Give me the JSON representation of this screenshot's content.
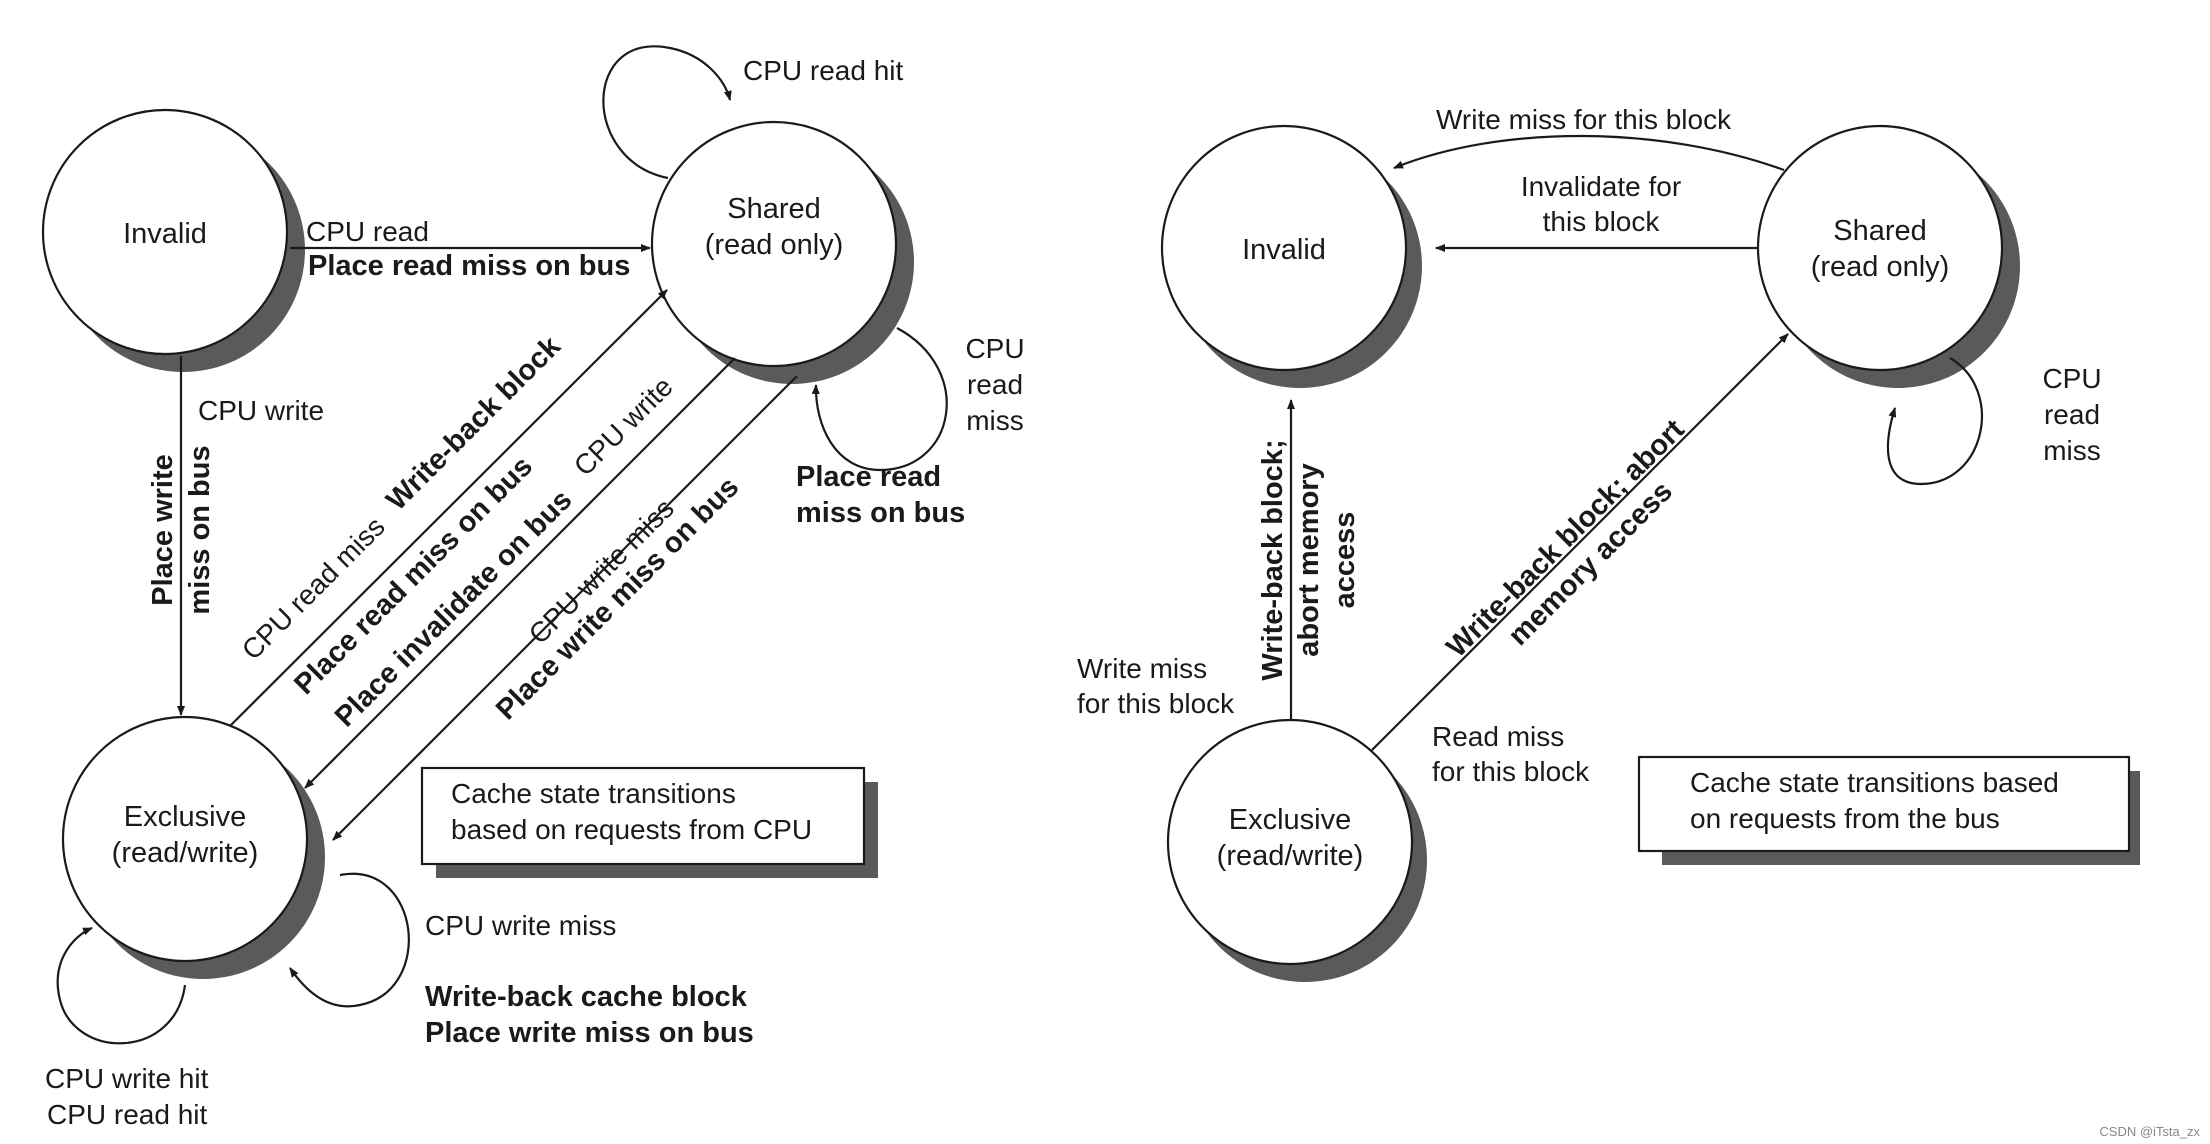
{
  "left": {
    "states": {
      "invalid": "Invalid",
      "shared_line1": "Shared",
      "shared_line2": "(read only)",
      "exclusive_line1": "Exclusive",
      "exclusive_line2": "(read/write)"
    },
    "transitions": {
      "invalid_to_shared_event": "CPU read",
      "invalid_to_shared_action": "Place read miss on bus",
      "invalid_to_exclusive_event": "CPU write",
      "invalid_to_exclusive_action_line1": "Place write",
      "invalid_to_exclusive_action_line2": "miss on bus",
      "shared_self_hit": "CPU read hit",
      "shared_self_miss_line1": "CPU",
      "shared_self_miss_line2": "read",
      "shared_self_miss_line3": "miss",
      "shared_self_miss_action_line1": "Place read",
      "shared_self_miss_action_line2": "miss on bus",
      "exclusive_to_shared_action": "Write-back block",
      "exclusive_to_shared_event": "CPU read miss",
      "exclusive_to_shared_action2": "Place read miss on bus",
      "shared_to_exclusive_event": "CPU write",
      "shared_to_exclusive_action": "Place invalidate on bus",
      "shared_to_exclusive_miss_event": "CPU write miss",
      "shared_to_exclusive_miss_action": "Place write miss on bus",
      "exclusive_self_miss_event": "CPU write miss",
      "exclusive_self_miss_action_line1": "Write-back cache block",
      "exclusive_self_miss_action_line2": "Place write miss on bus",
      "exclusive_self_hit_line1": "CPU write hit",
      "exclusive_self_hit_line2": "CPU read hit"
    },
    "caption_line1": "Cache state transitions",
    "caption_line2": "based on requests from CPU"
  },
  "right": {
    "states": {
      "invalid": "Invalid",
      "shared_line1": "Shared",
      "shared_line2": "(read only)",
      "exclusive_line1": "Exclusive",
      "exclusive_line2": "(read/write)"
    },
    "transitions": {
      "shared_to_invalid_write_miss": "Write miss for this block",
      "shared_to_invalid_invalidate_line1": "Invalidate for",
      "shared_to_invalid_invalidate_line2": "this block",
      "shared_self_line1": "CPU",
      "shared_self_line2": "read",
      "shared_self_line3": "miss",
      "exclusive_to_invalid_event_line1": "Write miss",
      "exclusive_to_invalid_event_line2": "for this block",
      "exclusive_to_invalid_action_line1": "Write-back block;",
      "exclusive_to_invalid_action_line2": "abort memory",
      "exclusive_to_invalid_action_line3": "access",
      "exclusive_to_shared_event_line1": "Read miss",
      "exclusive_to_shared_event_line2": "for this block",
      "exclusive_to_shared_action_line1": "Write-back block; abort",
      "exclusive_to_shared_action_line2": "memory access"
    },
    "caption_line1": "Cache state transitions based",
    "caption_line2": "on requests from the bus"
  },
  "watermark": "CSDN @iTsta_zx"
}
